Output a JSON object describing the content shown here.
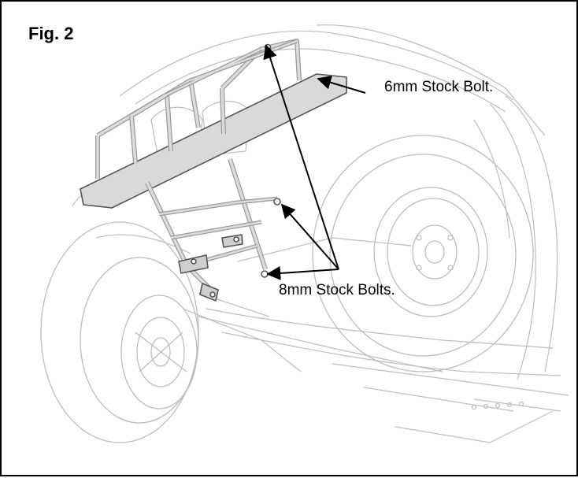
{
  "figure": {
    "label": "Fig. 2",
    "callouts": [
      {
        "id": "6mm",
        "text": "6mm Stock Bolt."
      },
      {
        "id": "8mm",
        "text": "8mm Stock Bolts."
      }
    ]
  },
  "colors": {
    "outline": "#000000",
    "line_art": "#bdbdbd",
    "rack_fill": "#d9d9d9",
    "rack_stroke": "#555555"
  }
}
